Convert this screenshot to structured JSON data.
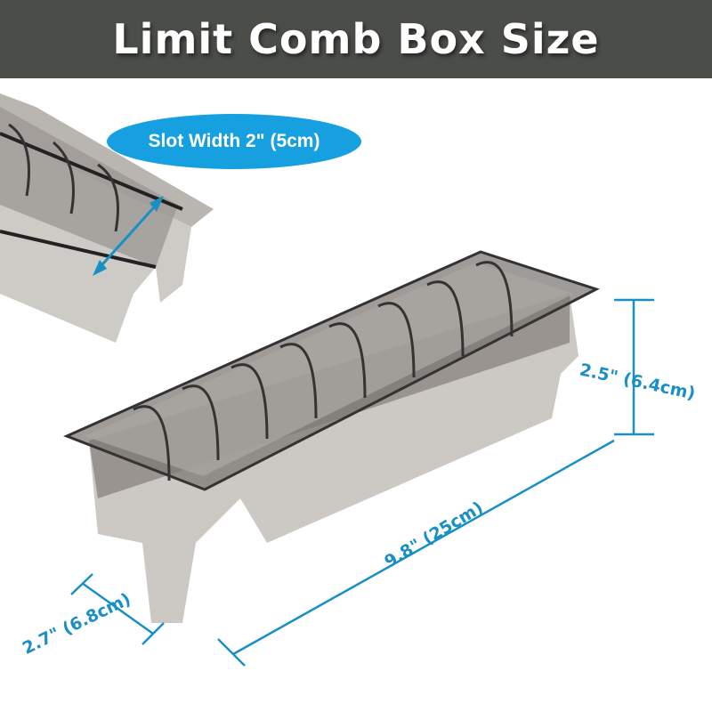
{
  "header": {
    "title": "Limit Comb Box Size"
  },
  "callout": {
    "slot_width": "Slot Width 2\" (5cm)"
  },
  "dimensions": {
    "height": "2.5\" (6.4cm)",
    "length": "9.8\" (25cm)",
    "depth": "2.7\" (6.8cm)"
  },
  "colors": {
    "header_bg": "#4a4d48",
    "accent": "#16a0e0",
    "dimension": "#1a8fc6"
  }
}
